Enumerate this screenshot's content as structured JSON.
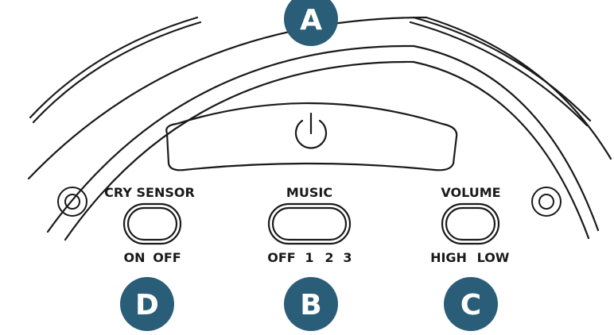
{
  "power_button": {
    "icon": "power-icon"
  },
  "controls": {
    "cry_sensor": {
      "label": "CRY SENSOR",
      "options": [
        "ON",
        "OFF"
      ]
    },
    "music": {
      "label": "MUSIC",
      "options": [
        "OFF",
        "1",
        "2",
        "3"
      ]
    },
    "volume": {
      "label": "VOLUME",
      "options": [
        "HIGH",
        "LOW"
      ]
    }
  },
  "callouts": {
    "a": "A",
    "b": "B",
    "c": "C",
    "d": "D"
  },
  "colors": {
    "callout": "#2a5d78",
    "line": "#1a1a1a"
  }
}
